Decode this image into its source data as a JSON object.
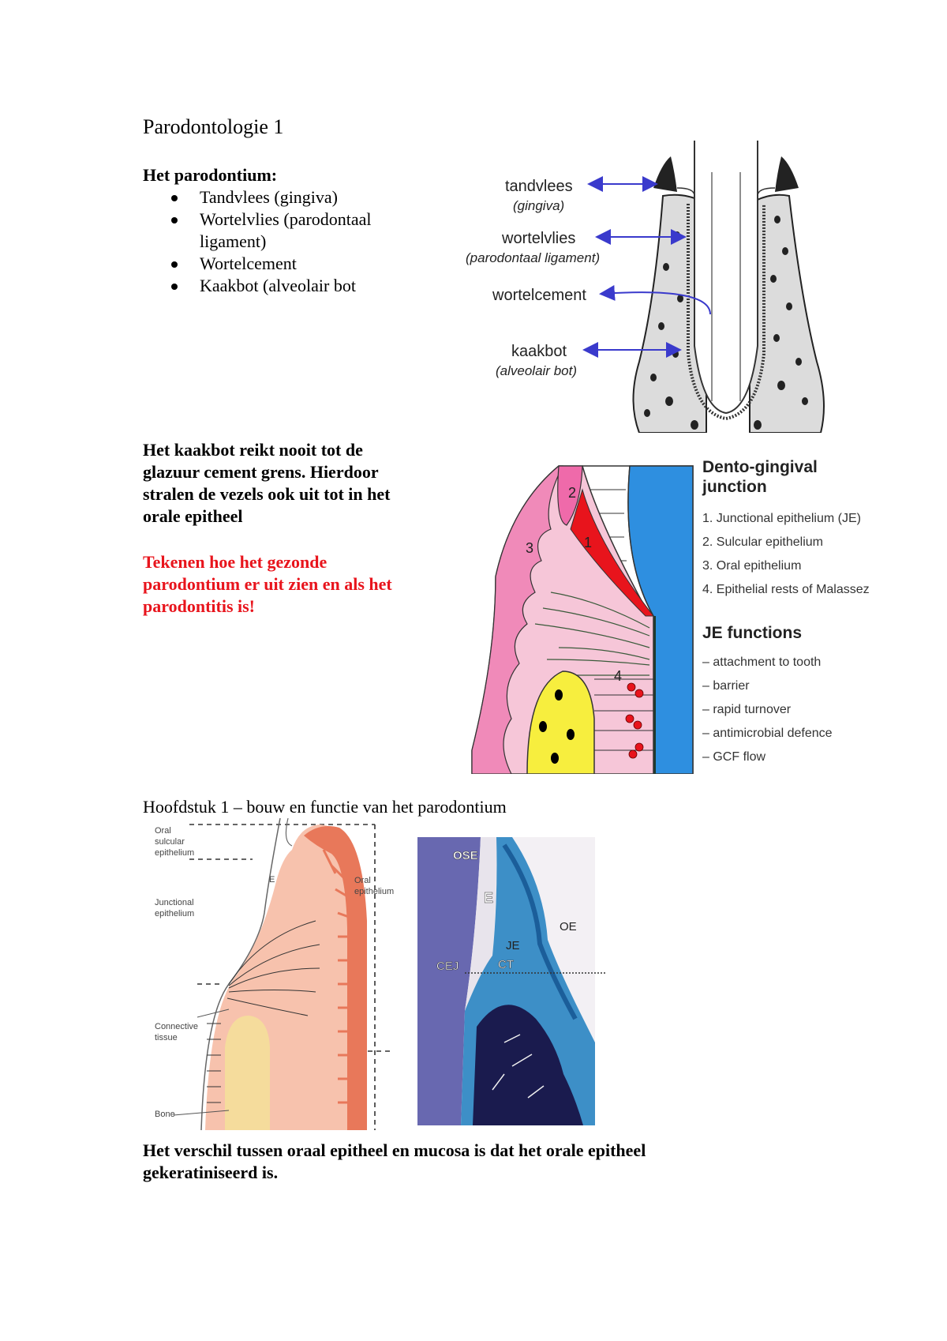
{
  "page": {
    "title": "Parodontologie 1",
    "section1": {
      "heading": "Het parodontium:",
      "items": [
        {
          "line1": "Tandvlees (gingiva)",
          "line2": ""
        },
        {
          "line1": "Wortelvlies (parodontaal",
          "line2": "ligament)"
        },
        {
          "line1": "Wortelcement",
          "line2": ""
        },
        {
          "line1": "Kaakbot (alveolair bot",
          "line2": ""
        }
      ]
    },
    "figure1": {
      "labels": [
        {
          "main": "tandvlees",
          "sub": "(gingiva)"
        },
        {
          "main": "wortelvlies",
          "sub": "(parodontaal ligament)"
        },
        {
          "main": "wortelcement",
          "sub": ""
        },
        {
          "main": "kaakbot",
          "sub": "(alveolair bot)"
        }
      ]
    },
    "section2": {
      "lines": [
        "Het kaakbot reikt nooit tot de",
        "glazuur cement grens. Hierdoor",
        "stralen de vezels ook uit tot in het",
        "orale epitheel"
      ],
      "red_lines": [
        "Tekenen hoe het gezonde",
        "parodontium er uit zien en als het",
        "parodontitis is!"
      ]
    },
    "figure2": {
      "numbers": [
        "1",
        "2",
        "3",
        "4"
      ],
      "title_line1": "Dento-gingival",
      "title_line2": "junction",
      "legend": [
        "1. Junctional epithelium (JE)",
        "2. Sulcular epithelium",
        "3. Oral epithelium",
        "4. Epithelial rests of Malassez"
      ],
      "functions_title": "JE functions",
      "functions": [
        "– attachment to tooth",
        "– barrier",
        "– rapid turnover",
        "– antimicrobial defence",
        "– GCF flow"
      ]
    },
    "section3": {
      "heading": "Hoofdstuk 1 – bouw en functie van het parodontium"
    },
    "figure3": {
      "labels": {
        "oral_sulcular_1": "Oral sulcular",
        "oral_sulcular_2": "epithelium",
        "junctional_1": "Junctional",
        "junctional_2": "epithelium",
        "connective_1": "Connective",
        "connective_2": "tissue",
        "bone": "Bone",
        "e": "E",
        "oral_1": "Oral",
        "oral_2": "epithelium"
      }
    },
    "figure4": {
      "labels": {
        "ose": "OSE",
        "e": "E",
        "oe": "OE",
        "je": "JE",
        "cej": "CEJ",
        "ct": "CT"
      }
    },
    "section4": {
      "lines": [
        "Het verschil tussen oraal epitheel en mucosa is dat het orale epitheel",
        "gekeratiniseerd is."
      ]
    },
    "colors": {
      "red_text": "#e8141c",
      "arrow_blue": "#3a3acc",
      "tooth_blue": "#2e8fe0",
      "gingiva_pink": "#f2a5c8"
    }
  }
}
